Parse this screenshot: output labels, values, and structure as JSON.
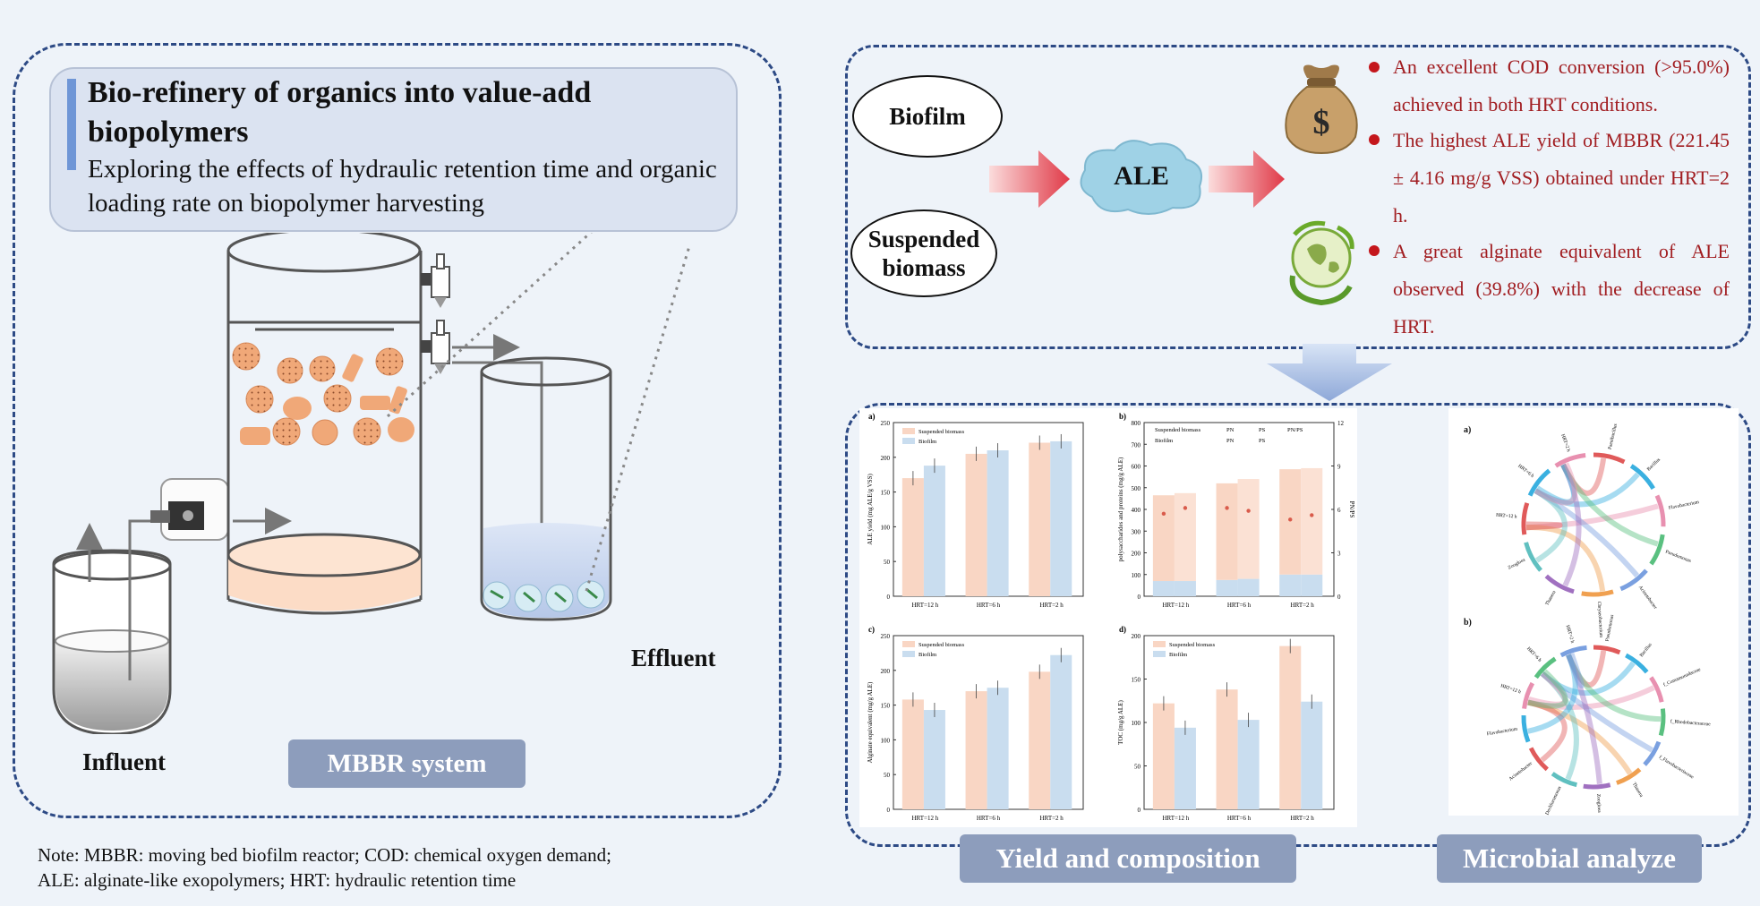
{
  "title": {
    "main": "Bio-refinery of organics into value-add biopolymers",
    "sub": "Exploring the effects of hydraulic retention time and organic loading rate on biopolymer harvesting"
  },
  "labels": {
    "influent": "Influent",
    "effluent": "Effluent",
    "system": "MBBR system",
    "biofilm": "Biofilm",
    "suspended": "Suspended biomass",
    "ale": "ALE",
    "yield_box": "Yield and composition",
    "microbial_box": "Microbial analyze",
    "money_symbol": "$"
  },
  "findings": [
    "An excellent COD conversion (>95.0%) achieved in both HRT conditions.",
    "The highest ALE yield of MBBR (221.45 ± 4.16 mg/g VSS) obtained under HRT=2 h.",
    "A great alginate equivalent of ALE observed (39.8%) with the decrease of HRT."
  ],
  "note": [
    "Note: MBBR: moving bed biofilm reactor; COD: chemical oxygen demand;",
    "ALE: alginate-like exopolymers; HRT: hydraulic retention time"
  ],
  "colors": {
    "panel_border": "#2d4a85",
    "label_box": "#8d9dbc",
    "finding_text": "#a11d21",
    "suspended_bar": "#f9d6c4",
    "biofilm_bar": "#c9ddef",
    "carrier": "#f0a878"
  },
  "icons": [
    "money-bag-icon",
    "globe-recycle-icon",
    "dosing-pump-icon",
    "pink-arrow-icon",
    "down-arrow-icon"
  ],
  "chart_data": [
    {
      "panel": "a)",
      "type": "bar",
      "categories": [
        "HRT=12 h",
        "HRT=6 h",
        "HRT=2 h"
      ],
      "series": [
        {
          "name": "Suspended biomass",
          "values": [
            170,
            205,
            221
          ]
        },
        {
          "name": "Biofilm",
          "values": [
            188,
            210,
            223
          ]
        }
      ],
      "ylabel": "ALE yield (mg ALE/g VSS)",
      "ylim": [
        0,
        250
      ],
      "yticks": [
        0,
        50,
        100,
        150,
        200,
        250
      ]
    },
    {
      "panel": "b)",
      "type": "bar",
      "categories": [
        "HRT=12 h",
        "HRT=6 h",
        "HRT=2 h"
      ],
      "legend": [
        "Suspended biomass",
        "PN",
        "PS",
        "PN/PS",
        "Biofilm",
        "PN",
        "PS"
      ],
      "series": [
        {
          "name": "PN",
          "values": [
            395,
            405,
            445,
            460,
            485,
            490
          ]
        },
        {
          "name": "PS",
          "values": [
            70,
            70,
            75,
            80,
            100,
            100
          ]
        },
        {
          "name": "PN/PS",
          "values": [
            5.7,
            6.1,
            6.1,
            5.9,
            5.3,
            5.6
          ]
        }
      ],
      "bar_groups": [
        "Suspended biomass",
        "Biofilm",
        "Suspended biomass",
        "Biofilm",
        "Suspended biomass",
        "Biofilm"
      ],
      "ylabel": "polysaccharides and proteins (mg/g ALE)",
      "y2label": "PN/PS",
      "ylim": [
        0,
        800
      ],
      "yticks": [
        0,
        100,
        200,
        300,
        400,
        500,
        600,
        700,
        800
      ],
      "y2lim": [
        0,
        12
      ],
      "y2ticks": [
        0,
        3,
        6,
        9,
        12
      ]
    },
    {
      "panel": "c)",
      "type": "bar",
      "categories": [
        "HRT=12 h",
        "HRT=6 h",
        "HRT=2 h"
      ],
      "series": [
        {
          "name": "Suspended biomass",
          "values": [
            158,
            170,
            198
          ]
        },
        {
          "name": "Biofilm",
          "values": [
            143,
            175,
            222
          ]
        }
      ],
      "ylabel": "Alginate equivalent (mg/g ALE)",
      "ylim": [
        0,
        250
      ],
      "yticks": [
        0,
        50,
        100,
        150,
        200,
        250
      ]
    },
    {
      "panel": "d)",
      "type": "bar",
      "categories": [
        "HRT=12 h",
        "HRT=6 h",
        "HRT=2 h"
      ],
      "series": [
        {
          "name": "Suspended biomass",
          "values": [
            122,
            138,
            188
          ]
        },
        {
          "name": "Biofilm",
          "values": [
            94,
            103,
            124
          ]
        }
      ],
      "ylabel": "TOC (mg/g ALE)",
      "ylim": [
        0,
        200
      ],
      "yticks": [
        0,
        50,
        100,
        150,
        200
      ]
    }
  ],
  "microbial_panels": [
    "a)",
    "b)"
  ],
  "chord_labels": {
    "a": [
      "Paenibacillus",
      "Bacillus",
      "Flavobacterium",
      "Pseudomonas",
      "Acinetobacter",
      "Chryseobacterium",
      "Thauera",
      "Zoogloea",
      "HRT=12 h",
      "HRT=6 h",
      "HRT=2 h"
    ],
    "b": [
      "Pseudomonas",
      "Bacillus",
      "f_Comamonadaceae",
      "f_Rhodobacteraceae",
      "f_Flavobacteriaceae",
      "Thauera",
      "Zoogloea",
      "Dechloromonas",
      "Acinetobacter",
      "Flavobacterium",
      "HRT=12 h",
      "HRT=6 h",
      "HRT=2 h"
    ]
  }
}
